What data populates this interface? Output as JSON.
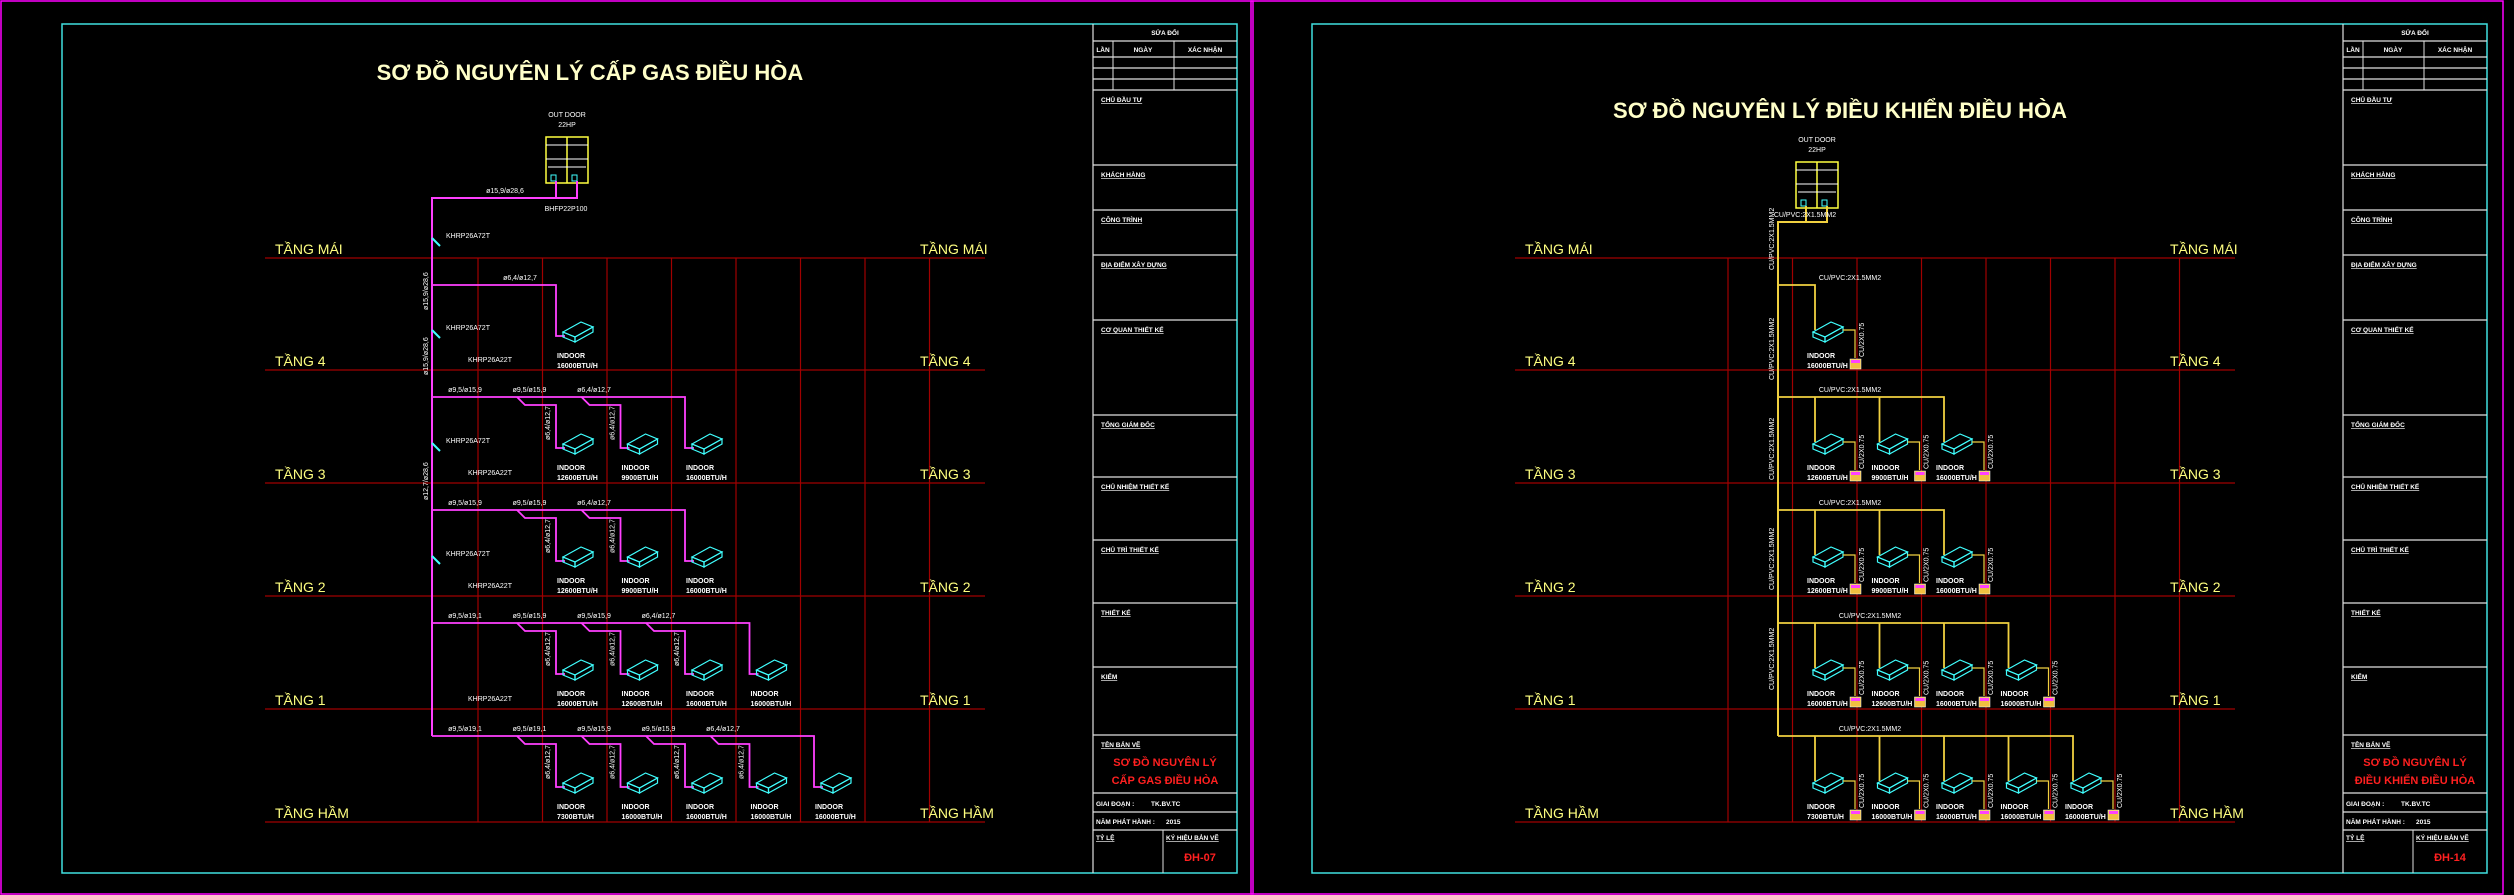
{
  "colors": {
    "sheet_border": "#ff00ff",
    "frame": "#40e0e0",
    "grid": "#a00000",
    "floor_label": "#ffff80",
    "pipe": "#ff40ff",
    "cable": "#f0d040",
    "unit": "#40ffff",
    "red_text": "#ff2020"
  },
  "floors": [
    "TẦNG MÁI",
    "TẦNG 4",
    "TẦNG 3",
    "TẦNG 2",
    "TẦNG 1",
    "TẦNG HẦM"
  ],
  "outdoor": {
    "label1": "OUT DOOR",
    "label2": "22HP"
  },
  "unit_label": "INDOOR",
  "unit_rows": [
    [
      "16000BTU/H"
    ],
    [
      "12600BTU/H",
      "9900BTU/H",
      "16000BTU/H"
    ],
    [
      "12600BTU/H",
      "9900BTU/H",
      "16000BTU/H"
    ],
    [
      "16000BTU/H",
      "12600BTU/H",
      "16000BTU/H",
      "16000BTU/H"
    ],
    [
      "7300BTU/H",
      "16000BTU/H",
      "16000BTU/H",
      "16000BTU/H",
      "16000BTU/H"
    ]
  ],
  "sheets": [
    {
      "title": "SƠ ĐỒ NGUYÊN LÝ CẤP GAS ĐIỀU HÒA",
      "type": "gas",
      "top_pipe": "ø15,9/ø28,6",
      "header_kit": "BHFP22P100",
      "riser_labels": [
        "ø15,9/ø28,6",
        "ø15,9/ø28,6",
        "ø12,7/ø28,6"
      ],
      "refnet_riser": "KHRP26A72T",
      "refnet_branch": "KHRP26A22T",
      "drop_label": "ø6,4/ø12,7",
      "row_mains": [
        [
          "ø6,4/ø12,7"
        ],
        [
          "ø9,5/ø15,9",
          "ø9,5/ø15,9",
          "ø6,4/ø12,7"
        ],
        [
          "ø9,5/ø15,9",
          "ø9,5/ø15,9",
          "ø6,4/ø12,7"
        ],
        [
          "ø9,5/ø19,1",
          "ø9,5/ø15,9",
          "ø9,5/ø15,9",
          "ø6,4/ø12,7"
        ],
        [
          "ø9,5/ø19,1",
          "ø9,5/ø19,1",
          "ø9,5/ø15,9",
          "ø9,5/ø15,9",
          "ø6,4/ø12,7"
        ]
      ],
      "title_block": {
        "revision": "SỬA ĐỔI",
        "col_lan": "LẦN",
        "col_ngay": "NGÀY",
        "col_xacnhan": "XÁC NHẬN",
        "sections": [
          "CHỦ ĐẦU TƯ",
          "KHÁCH HÀNG",
          "CÔNG TRÌNH",
          "ĐỊA ĐIỂM XÂY DỰNG",
          "CƠ QUAN THIẾT KẾ",
          "TỔNG GIÁM ĐỐC",
          "CHỦ NHIỆM THIẾT KẾ",
          "CHỦ TRÌ THIẾT KẾ",
          "THIẾT KẾ",
          "KIỂM"
        ],
        "drawing_name_label": "TÊN BẢN VẼ",
        "drawing_name": [
          "SƠ ĐỒ NGUYÊN LÝ",
          "CẤP GAS ĐIỀU HÒA"
        ],
        "stage_label": "GIAI ĐOẠN :",
        "stage": "TK.BV.TC",
        "year_label": "NĂM PHÁT HÀNH :",
        "year": "2015",
        "scale_label": "TỶ LỆ",
        "code_label": "KÝ HIỆU BẢN VẼ",
        "code": "ĐH-07"
      }
    },
    {
      "title": "SƠ ĐỒ NGUYÊN LÝ ĐIỀU KHIỂN ĐIỀU HÒA",
      "type": "control",
      "main_cable": "CU/PVC:2X1.5MM2",
      "drop_cable": "CU/2X0.75",
      "title_block": {
        "revision": "SỬA ĐỔI",
        "col_lan": "LẦN",
        "col_ngay": "NGÀY",
        "col_xacnhan": "XÁC NHẬN",
        "sections": [
          "CHỦ ĐẦU TƯ",
          "KHÁCH HÀNG",
          "CÔNG TRÌNH",
          "ĐỊA ĐIỂM XÂY DỰNG",
          "CƠ QUAN THIẾT KẾ",
          "TỔNG GIÁM ĐỐC",
          "CHỦ NHIỆM THIẾT KẾ",
          "CHỦ TRÌ THIẾT KẾ",
          "THIẾT KẾ",
          "KIỂM"
        ],
        "drawing_name_label": "TÊN BẢN VẼ",
        "drawing_name": [
          "SƠ ĐỒ NGUYÊN LÝ",
          "ĐIỀU KHIỂN ĐIỀU HÒA"
        ],
        "stage_label": "GIAI ĐOẠN :",
        "stage": "TK.BV.TC",
        "year_label": "NĂM PHÁT HÀNH :",
        "year": "2015",
        "scale_label": "TỶ LỆ",
        "code_label": "KÝ HIỆU BẢN VẼ",
        "code": "ĐH-14"
      }
    }
  ]
}
